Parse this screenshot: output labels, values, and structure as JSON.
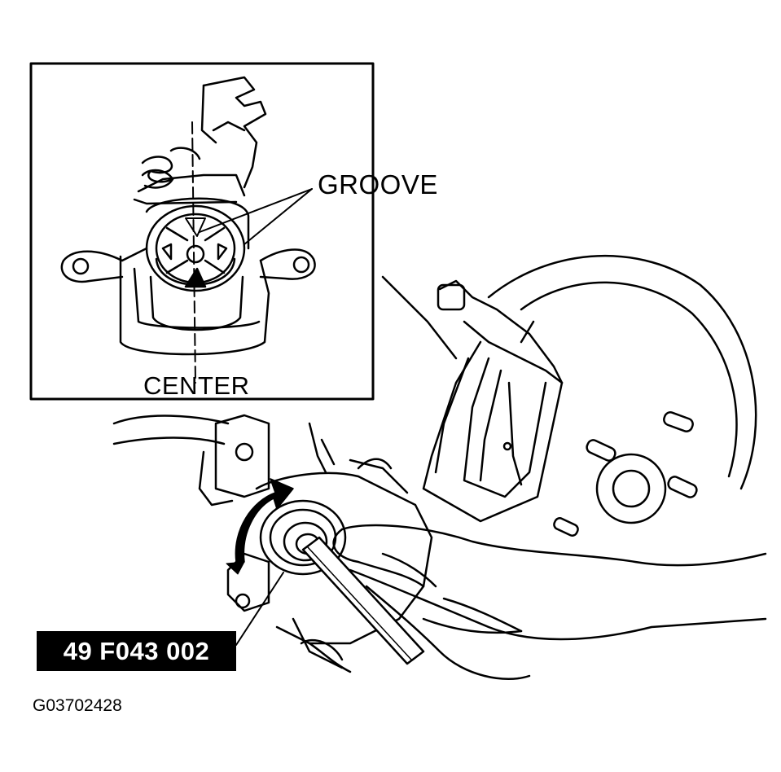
{
  "labels": {
    "groove": "GROOVE",
    "center": "CENTER",
    "tool_number": "49 F043 002",
    "figure_id": "G03702428"
  },
  "icons": [
    "rotation-arrow-icon"
  ],
  "colors": {
    "ink": "#000000",
    "paper": "#ffffff",
    "tag_text": "#ffffff"
  }
}
